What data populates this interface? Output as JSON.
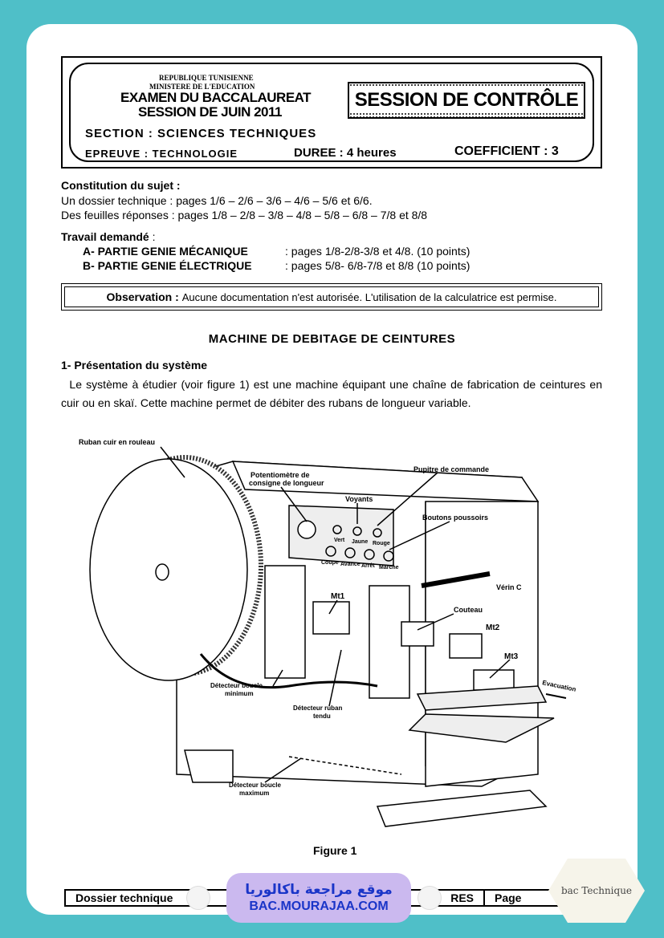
{
  "header": {
    "republic": "REPUBLIQUE TUNISIENNE",
    "ministry": "MINISTERE DE L'EDUCATION",
    "exam": "EXAMEN DU BACCALAUREAT",
    "session_date": "SESSION DE JUIN 2011",
    "session_type": "SESSION DE CONTRÔLE",
    "section": "SECTION :  SCIENCES TECHNIQUES",
    "epreuve": "EPREUVE   :   TECHNOLOGIE",
    "duree": "DUREE : 4 heures",
    "coefficient": "COEFFICIENT : 3"
  },
  "constitution": {
    "title": "Constitution du sujet :",
    "line1": "Un dossier technique : pages 1/6 – 2/6 – 3/6 – 4/6 – 5/6 et 6/6.",
    "line2": "Des feuilles réponses : pages 1/8 – 2/8 – 3/8 – 4/8 – 5/8 – 6/8 – 7/8 et  8/8"
  },
  "travail": {
    "title": "Travail demandé",
    "colon": " :",
    "partA_label": "A- PARTIE GENIE MÉCANIQUE",
    "partA_pages": ": pages 1/8-2/8-3/8 et 4/8. (10 points)",
    "partB_label": "B- PARTIE GENIE ÉLECTRIQUE",
    "partB_pages": ": pages 5/8- 6/8-7/8 et 8/8 (10 points)"
  },
  "observation": {
    "label": "Observation :",
    "text": "Aucune documentation n'est autorisée. L'utilisation de la calculatrice est permise."
  },
  "main_title": "MACHINE  DE  DEBITAGE  DE  CEINTURES",
  "section1": {
    "title": "1- Présentation du système",
    "paragraph": "Le système à étudier (voir figure 1) est une machine équipant une chaîne de fabrication de ceintures en cuir ou en skaï. Cette machine permet de débiter des rubans de longueur variable."
  },
  "figure": {
    "caption": "Figure 1",
    "labels": {
      "ruban": "Ruban cuir en rouleau",
      "potentiometre1": "Potentiomètre de",
      "potentiometre2": "consigne de longueur",
      "pupitre": "Pupitre de commande",
      "voyants": "Voyants",
      "boutons": "Boutons poussoirs",
      "vert": "Vert",
      "jaune": "Jaune",
      "rouge": "Rouge",
      "coupe": "Coupe",
      "avance": "Avance",
      "arret": "Arrêt",
      "marche": "Marche",
      "verin": "Vérin C",
      "mt1": "Mt1",
      "couteau": "Couteau",
      "mt2": "Mt2",
      "mt3": "Mt3",
      "evacuation": "Evacuation",
      "det_min1": "Détecteur boucle",
      "det_min2": "minimum",
      "det_ruban1": "Détecteur ruban",
      "det_ruban2": "tendu",
      "det_max1": "Détecteur boucle",
      "det_max2": "maximum"
    }
  },
  "footer": {
    "left": "Dossier technique",
    "middle": "RES",
    "right": "Page"
  },
  "watermark": {
    "arabic": "موقع مراجعة باكالوريا",
    "site": "BAC.MOURAJAA.COM",
    "corner": "bac Technique"
  },
  "colors": {
    "background": "#4fbfc8",
    "badge": "#cbb9ef",
    "badge_text": "#1a35c8"
  }
}
